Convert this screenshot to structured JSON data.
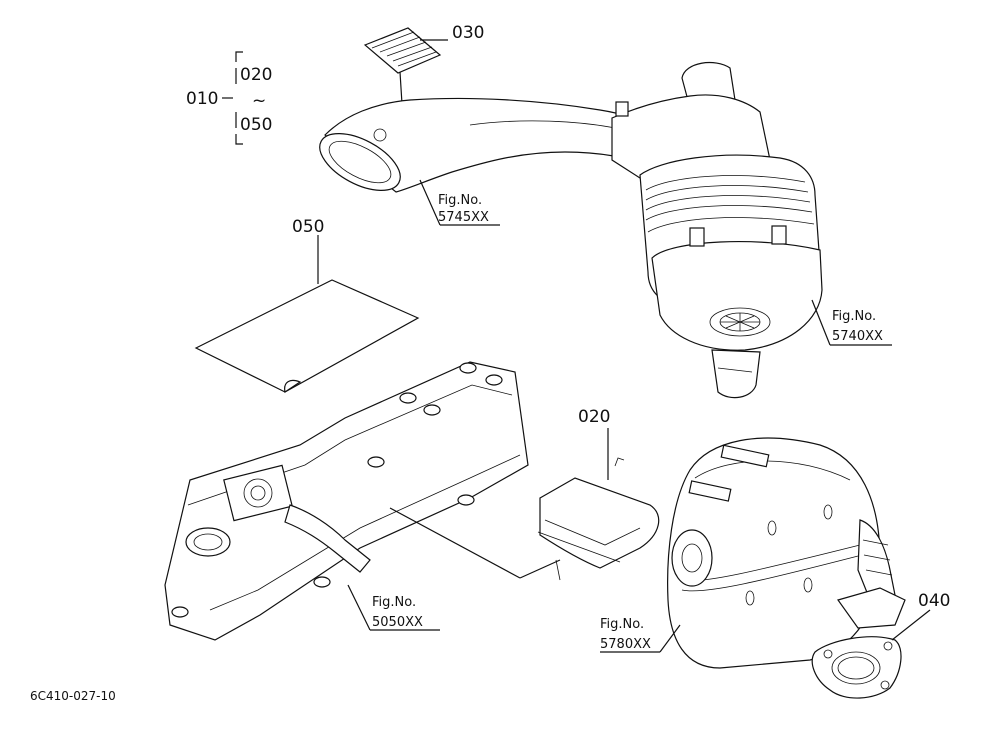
{
  "group": {
    "parent": "010",
    "range_start": "020",
    "range_tilde": "~",
    "range_end": "050"
  },
  "parts": {
    "p030": "030",
    "p050": "050",
    "p020": "020",
    "p040": "040"
  },
  "figrefs": {
    "intake_hose": {
      "label": "Fig.No.",
      "number": "5745XX"
    },
    "air_cleaner": {
      "label": "Fig.No.",
      "number": "5740XX"
    },
    "head_cover": {
      "label": "Fig.No.",
      "number": "5050XX"
    },
    "muffler": {
      "label": "Fig.No.",
      "number": "5780XX"
    }
  },
  "drawing_code": "6C410-027-10"
}
